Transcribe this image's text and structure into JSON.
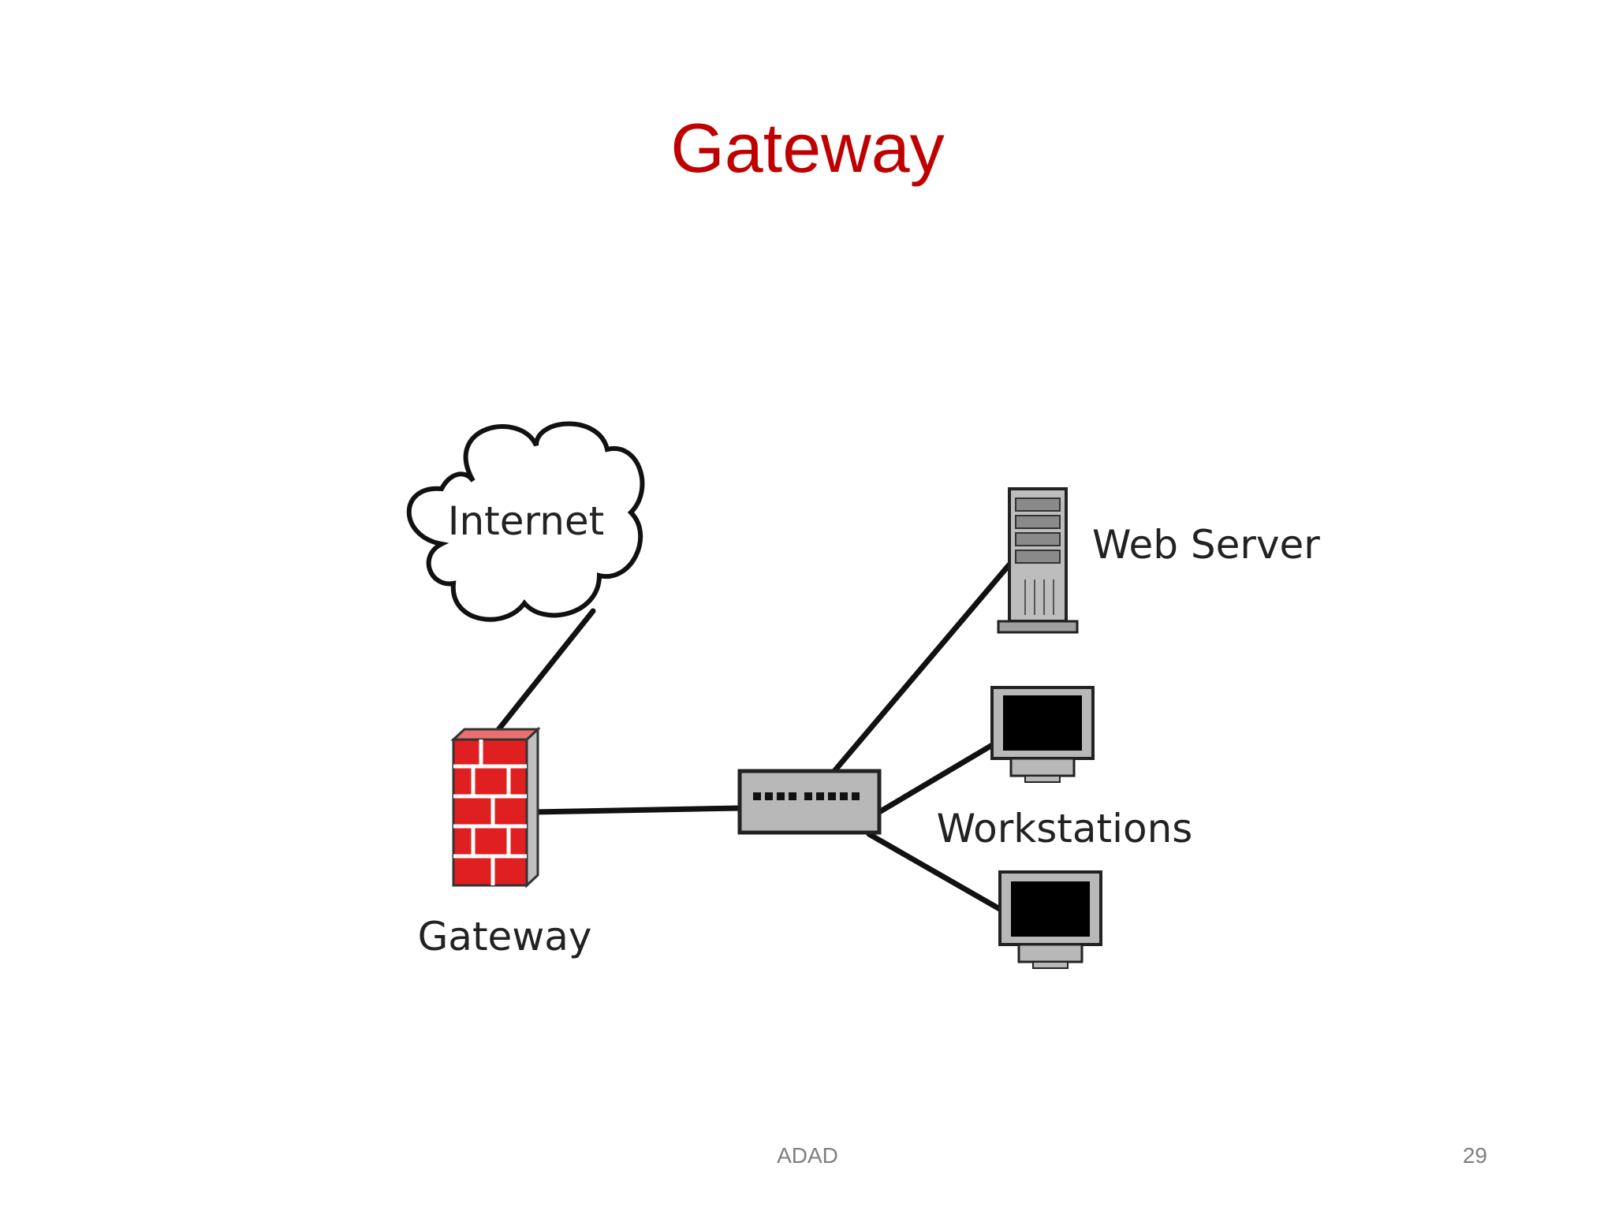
{
  "slide": {
    "title": "Gateway",
    "footer": "ADAD",
    "page_number": "29"
  },
  "colors": {
    "title": "#c00000",
    "firewall": "#e02020",
    "device_gray": "#b8b8b8",
    "screen": "#000000",
    "line": "#111111"
  },
  "diagram": {
    "labels": {
      "internet": "Internet",
      "web_server": "Web Server",
      "workstations": "Workstations",
      "gateway": "Gateway"
    },
    "icons": [
      "cloud-icon",
      "firewall-icon",
      "switch-icon",
      "server-icon",
      "monitor-icon",
      "monitor-icon"
    ]
  }
}
